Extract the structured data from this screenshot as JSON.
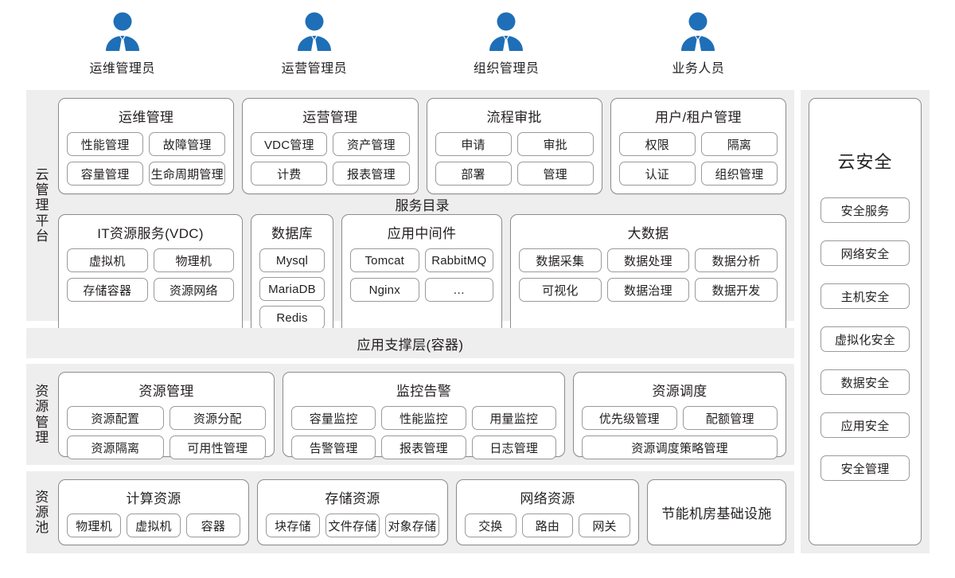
{
  "actors": [
    {
      "label": "运维管理员",
      "icon": "user-avatar-icon"
    },
    {
      "label": "运营管理员",
      "icon": "user-avatar-icon"
    },
    {
      "label": "组织管理员",
      "icon": "user-avatar-icon"
    },
    {
      "label": "业务人员",
      "icon": "user-avatar-icon"
    }
  ],
  "colors": {
    "avatar": "#1e6fb8",
    "band_bg": "#eeeeee",
    "card_border": "#8c8c8c",
    "text": "#231f20"
  },
  "cloud_platform": {
    "side_label": "云管理平台",
    "management_groups": [
      {
        "title": "运维管理",
        "items": [
          "性能管理",
          "故障管理",
          "容量管理",
          "生命周期管理"
        ]
      },
      {
        "title": "运营管理",
        "items": [
          "VDC管理",
          "资产管理",
          "计费",
          "报表管理"
        ]
      },
      {
        "title": "流程审批",
        "items": [
          "申请",
          "审批",
          "部署",
          "管理"
        ]
      },
      {
        "title": "用户/租户管理",
        "items": [
          "权限",
          "隔离",
          "认证",
          "组织管理"
        ]
      }
    ],
    "service_catalog_title": "服务目录",
    "service_groups": [
      {
        "title": "IT资源服务(VDC)",
        "layout": "cols2",
        "items": [
          "虚拟机",
          "物理机",
          "存储容器",
          "资源网络"
        ]
      },
      {
        "title": "数据库",
        "layout": "stack",
        "items": [
          "Mysql",
          "MariaDB",
          "Redis"
        ]
      },
      {
        "title": "应用中间件",
        "layout": "cols2",
        "items": [
          "Tomcat",
          "RabbitMQ",
          "Nginx",
          "…"
        ]
      },
      {
        "title": "大数据",
        "layout": "cols3",
        "items": [
          "数据采集",
          "数据处理",
          "数据分析",
          "可视化",
          "数据治理",
          "数据开发"
        ]
      }
    ]
  },
  "app_support_layer": {
    "label": "应用支撑层(容器)"
  },
  "resource_management": {
    "side_label": "资源管理",
    "groups": [
      {
        "title": "资源管理",
        "layout": "cols2",
        "items": [
          "资源配置",
          "资源分配",
          "资源隔离",
          "可用性管理"
        ]
      },
      {
        "title": "监控告警",
        "layout": "cols3",
        "items": [
          "容量监控",
          "性能监控",
          "用量监控",
          "告警管理",
          "报表管理",
          "日志管理"
        ]
      },
      {
        "title": "资源调度",
        "layout": "mixed",
        "items": [
          "优先级管理",
          "配额管理",
          "资源调度策略管理"
        ]
      }
    ]
  },
  "resource_pool": {
    "side_label": "资源池",
    "groups": [
      {
        "title": "计算资源",
        "items": [
          "物理机",
          "虚拟机",
          "容器"
        ]
      },
      {
        "title": "存储资源",
        "items": [
          "块存储",
          "文件存储",
          "对象存储"
        ]
      },
      {
        "title": "网络资源",
        "items": [
          "交换",
          "路由",
          "网关"
        ]
      }
    ],
    "infrastructure": {
      "label": "节能机房基础设施"
    }
  },
  "cloud_security": {
    "title": "云安全",
    "items": [
      "安全服务",
      "网络安全",
      "主机安全",
      "虚拟化安全",
      "数据安全",
      "应用安全",
      "安全管理"
    ]
  }
}
